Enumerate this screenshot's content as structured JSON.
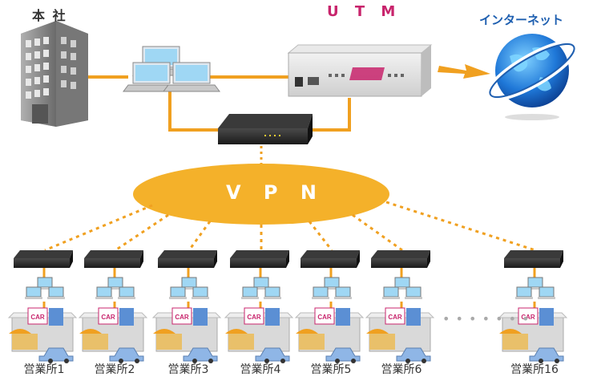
{
  "hq": {
    "label": "本 社"
  },
  "utm": {
    "label": "U T M"
  },
  "internet": {
    "label": "インターネット"
  },
  "vpn": {
    "label": "V P N"
  },
  "offices": [
    {
      "label": "営業所1"
    },
    {
      "label": "営業所2"
    },
    {
      "label": "営業所3"
    },
    {
      "label": "営業所4"
    },
    {
      "label": "営業所5"
    },
    {
      "label": "営業所6"
    },
    {
      "label": "営業所16"
    }
  ],
  "ellipsis": "• • • • • • •",
  "shop_sign": "CAR",
  "colors": {
    "line": "#f0a020",
    "vpn": "#f4b12a",
    "utm_text": "#c8246c",
    "internet_text": "#1e5fb0"
  }
}
